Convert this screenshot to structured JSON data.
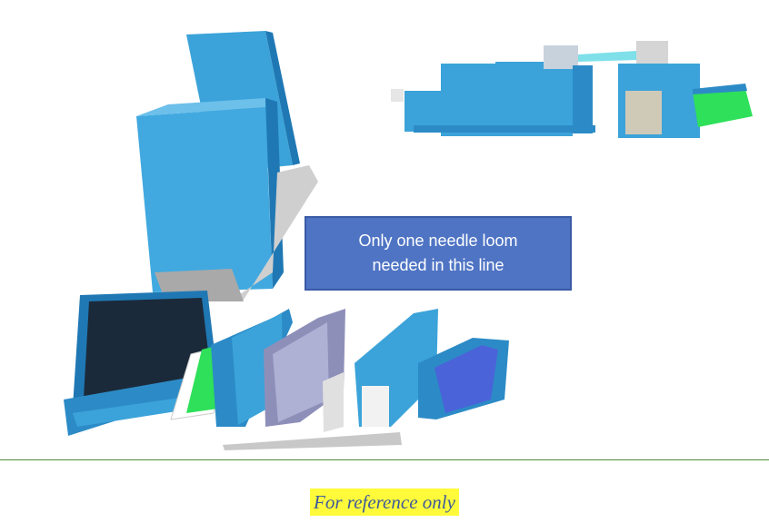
{
  "callout": {
    "line1": "Only one needle loom",
    "line2": "needed in this line"
  },
  "caption": "For reference only",
  "colors": {
    "machine_blue": "#3ba3d9",
    "machine_blue_dark": "#1f78b4",
    "belt_green": "#2ee05a",
    "frame_gray": "#b9b9b9",
    "callout_fill": "#4f74c4",
    "caption_highlight": "#fffb3a",
    "rule_green": "#4f8a3a"
  }
}
